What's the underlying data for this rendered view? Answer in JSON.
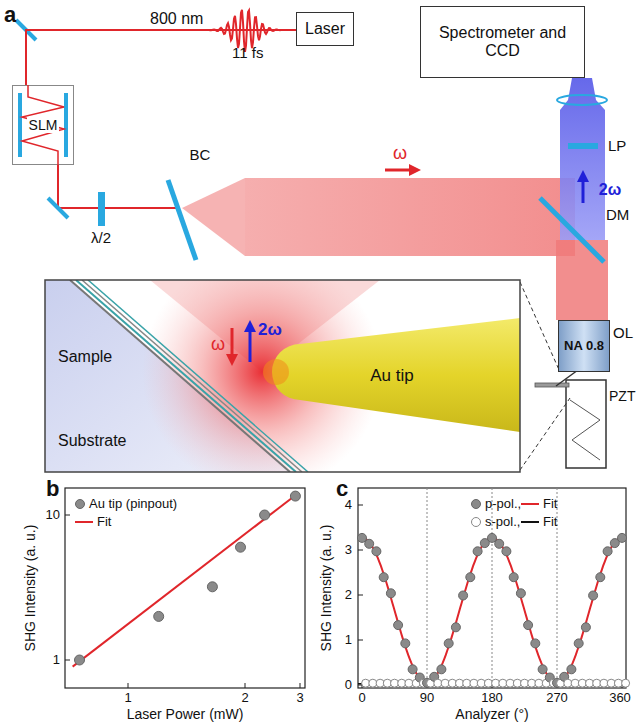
{
  "diagram": {
    "nodes": [
      {
        "text": [
          "Laser"
        ]
      },
      {
        "text": [
          "Spectrometer and CCD"
        ]
      },
      {
        "text": [
          "SLM"
        ]
      },
      {
        "text": [
          "NA 0.8",
          "OL"
        ]
      }
    ],
    "edges": [
      {
        "from": 0,
        "to": 2,
        "arrow": "none"
      }
    ],
    "labels": [
      "a",
      "800 nm",
      "11 fs",
      "λ/2",
      "BC",
      "ω",
      "2ω",
      "LP",
      "DM",
      "PZT",
      "Sample",
      "Substrate",
      "ω",
      "2ω",
      "Au tip",
      "b",
      "SHG Intensity (a. u.)",
      "1",
      "10",
      "1",
      "2",
      "3",
      "Laser Power (mW)",
      "c",
      "SHG Intensity (a. u.)",
      "0",
      "1",
      "2",
      "3",
      "4",
      "0",
      "90",
      "180",
      "270",
      "360",
      "Analyzer (°)"
    ],
    "legend": [
      {
        "text": "Au tip (pinpout)"
      },
      {
        "text": "Fit"
      },
      {
        "text": "p-pol.,"
      },
      {
        "text": "Fit"
      },
      {
        "text": "s-pol.,"
      },
      {
        "text": "Fit"
      }
    ]
  }
}
